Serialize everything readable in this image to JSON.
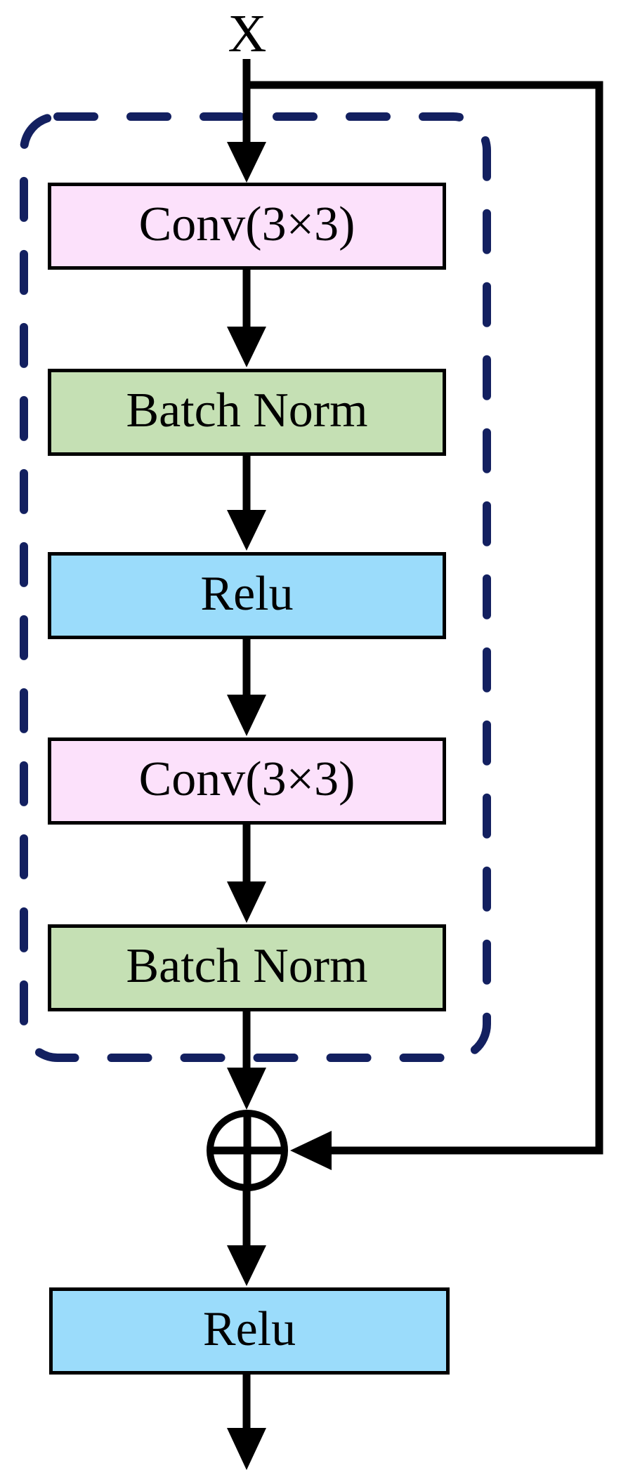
{
  "figure": {
    "input_label": "X",
    "residual_branch": {
      "border_style": "dashed-rounded",
      "border_color": "#132060",
      "blocks": [
        {
          "id": "conv1",
          "label": "Conv(3×3)",
          "fill": "#fce1fb"
        },
        {
          "id": "bn1",
          "label": "Batch Norm",
          "fill": "#c5e0b4"
        },
        {
          "id": "relu1",
          "label": "Relu",
          "fill": "#9bdcfb"
        },
        {
          "id": "conv2",
          "label": "Conv(3×3)",
          "fill": "#fce1fb"
        },
        {
          "id": "bn2",
          "label": "Batch Norm",
          "fill": "#c5e0b4"
        }
      ]
    },
    "merge_operator": {
      "symbol": "⊕"
    },
    "output_block": {
      "id": "relu2",
      "label": "Relu",
      "fill": "#9bdcfb"
    },
    "colors": {
      "conv_fill": "#fce1fb",
      "batch_norm_fill": "#c5e0b4",
      "relu_fill": "#9bdcfb",
      "dashed_border": "#132060",
      "line": "#000000",
      "background": "#ffffff"
    }
  }
}
